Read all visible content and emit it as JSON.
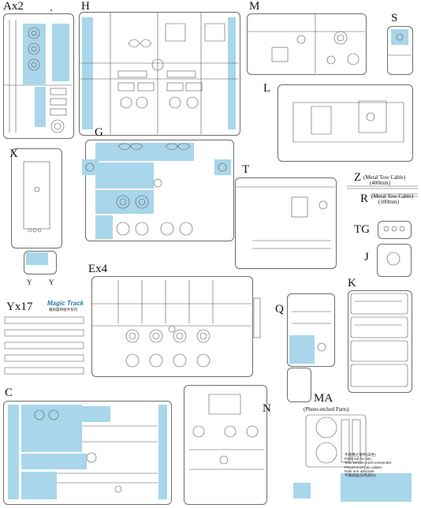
{
  "sprues": {
    "a": "Ax2",
    "h": "H",
    "m": "M",
    "s": "S",
    "l": "L",
    "x": "X",
    "g": "G",
    "t": "T",
    "z": "Z",
    "r": "R",
    "tg": "TG",
    "j": "J",
    "e": "Ex4",
    "yx": "Yx17",
    "q": "Q",
    "k": "K",
    "c": "C",
    "n": "N",
    "ma": "MA"
  },
  "notes": {
    "z_line1": "(Metal Tow Cable)",
    "z_line2": "(400mm)",
    "r_line1": "(Metal Tow Cable)",
    "r_line2": "(100mm)",
    "ma_sub": "(Photo-etched Parts)",
    "y_left": "Y",
    "y_right": "Y"
  },
  "brand": {
    "name": "Magic Track",
    "sub": "魔術履帶組件系列"
  },
  "legend": {
    "lines": [
      "不使用之零件(白色)",
      "Parts not for use.",
      "Teile werden nicht verwendet",
      "Pièces à ne pas utiliser",
      "Parti non utilizzate",
      "不要部品(白色部分)"
    ]
  },
  "colors": {
    "used_part": "#a9d6ea",
    "frame": "#6d6d6d",
    "part_line": "#555555"
  }
}
